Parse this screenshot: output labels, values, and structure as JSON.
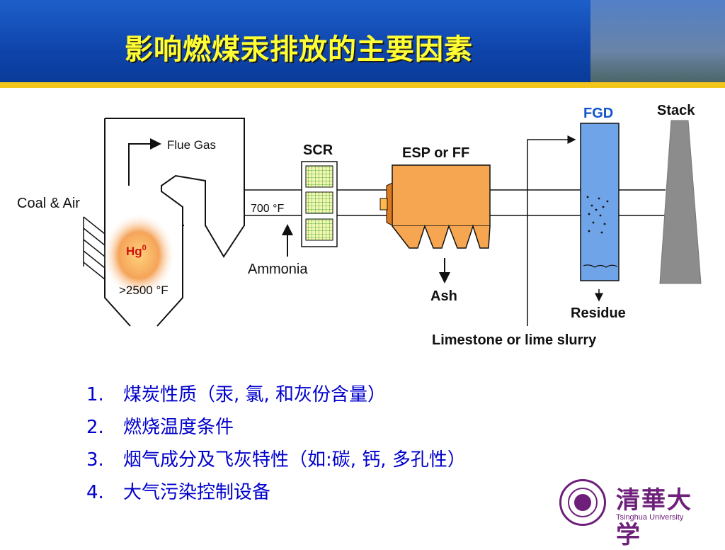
{
  "slide": {
    "title": "影响燃煤汞排放的主要因素"
  },
  "diagram": {
    "labels": {
      "coal_air": "Coal & Air",
      "flue_gas": "Flue Gas",
      "hg": "Hg",
      "hg_sup": "0",
      "temp_furnace": ">2500 °F",
      "temp_duct": "700 °F",
      "ammonia": "Ammonia",
      "scr": "SCR",
      "esp_ff": "ESP or FF",
      "ash": "Ash",
      "fgd": "FGD",
      "residue": "Residue",
      "limestone": "Limestone or lime slurry",
      "stack": "Stack"
    },
    "colors": {
      "scr_fill": "#f3f7b0",
      "scr_grid": "#2a9a2a",
      "esp_fill": "#f6a650",
      "fgd_fill": "#6fa4e8",
      "stack_fill": "#8c8c8c",
      "fgd_label": "#1155cc",
      "hg_label": "#d01010"
    }
  },
  "factors": [
    {
      "num": "1.",
      "text": "煤炭性质（汞, 氯, 和灰份含量）"
    },
    {
      "num": "2.",
      "text": "燃烧温度条件"
    },
    {
      "num": "3.",
      "text": "烟气成分及飞灰特性（如:碳, 钙, 多孔性）"
    },
    {
      "num": "4.",
      "text": "大气污染控制设备"
    }
  ],
  "logo": {
    "name_cn": "清華大学",
    "name_en": "Tsinghua University"
  }
}
